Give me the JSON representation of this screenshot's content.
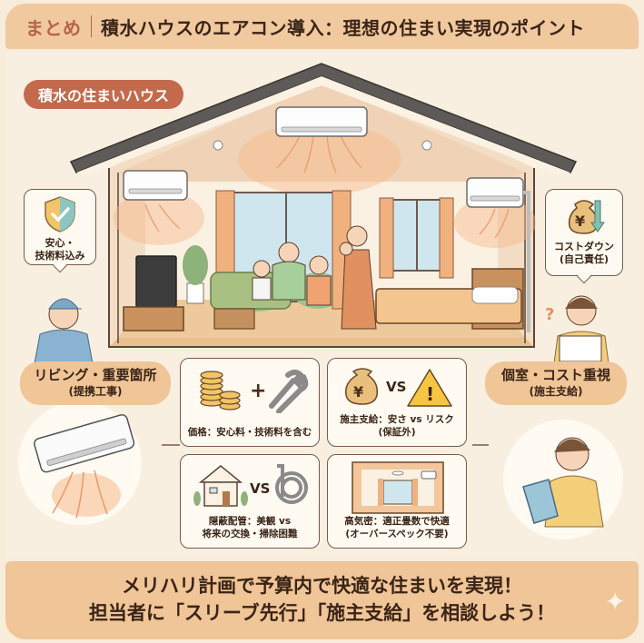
{
  "header": {
    "lead": "まとめ",
    "title": "積水ハウスのエアコン導入：理想の住まい実現のポイント"
  },
  "house": {
    "tag": "積水の住まいハウス"
  },
  "bubbles": {
    "left": {
      "line1": "安心・",
      "line2": "技術料込み",
      "icon": "shield-check-icon"
    },
    "right": {
      "line1": "コストダウン",
      "line2": "(自己責任)",
      "icon": "yen-bag-down-icon"
    }
  },
  "labels": {
    "left": {
      "line1": "リビング・重要箇所",
      "line2": "(提携工事)"
    },
    "right": {
      "line1": "個室・コスト重視",
      "line2": "(施主支給)"
    }
  },
  "cards": [
    {
      "caption": "価格：安心料・技術料を含む",
      "icons": [
        "coins-icon",
        "plus-icon",
        "wrench-icon"
      ]
    },
    {
      "caption_line1": "施主支給：安さ vs リスク",
      "caption_line2": "(保証外)",
      "vs": "VS",
      "icons": [
        "yen-bag-icon",
        "warning-icon"
      ]
    },
    {
      "caption_line1": "隠蔽配管：美観 vs",
      "caption_line2": "将来の交換・掃除困難",
      "vs": "VS",
      "icons": [
        "house-icon",
        "coiled-pipe-icon"
      ]
    },
    {
      "caption_line1": "高気密：適正畳数で快適",
      "caption_line2": "(オーバースペック不要)",
      "icons": [
        "room-with-ac-icon"
      ]
    }
  ],
  "footer": {
    "line1": "メリハリ計画で予算内で快適な住まいを実現！",
    "line2": "担当者に「スリーブ先行」「施主支給」を相談しよう！"
  },
  "colors": {
    "background": "#f8ecdb",
    "header": "#f1c99f",
    "accent": "#c46a4c",
    "pill": "#f0c597",
    "ink": "#3a2417"
  }
}
